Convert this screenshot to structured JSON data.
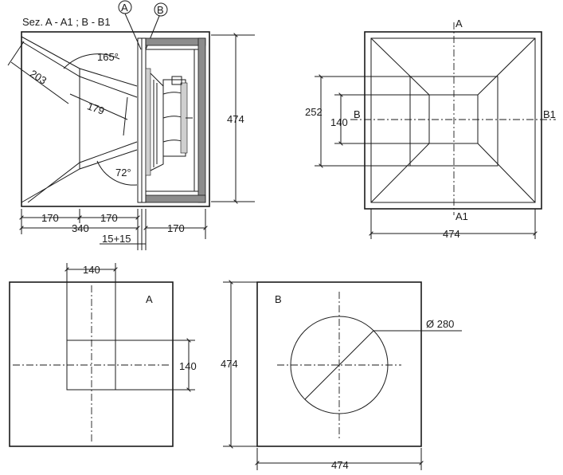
{
  "section_view": {
    "title": "Sez. A - A1 ; B - B1",
    "marker_a": "A",
    "marker_b": "B",
    "angle_top": "165°",
    "angle_bottom": "72°",
    "dim_203": "203",
    "dim_179": "179",
    "dim_474": "474",
    "dim_170_left": "170",
    "dim_170_mid": "170",
    "dim_340": "340",
    "dim_15_15": "15+15",
    "dim_170_right": "170"
  },
  "front_view": {
    "label_a": "A",
    "label_a1": "A1",
    "label_b": "B",
    "label_b1": "B1",
    "dim_252": "252",
    "dim_140": "140",
    "dim_474": "474"
  },
  "panel_a": {
    "label": "A",
    "dim_140_top": "140",
    "dim_140_right": "140"
  },
  "panel_b": {
    "label": "B",
    "dim_diameter": "Ø 280",
    "dim_474_left": "474",
    "dim_474_bottom": "474"
  }
}
